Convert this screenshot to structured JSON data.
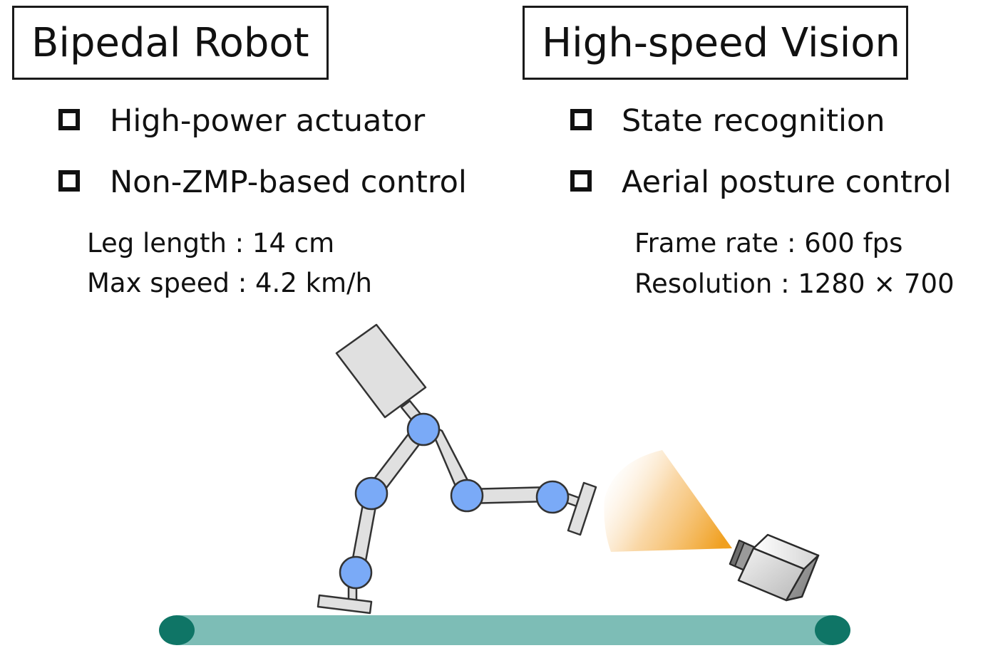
{
  "left_panel": {
    "title": "Bipedal Robot",
    "bullets": [
      "High-power actuator",
      "Non-ZMP-based control"
    ],
    "specs": [
      "Leg length : 14 cm",
      "Max speed : 4.2 km/h"
    ]
  },
  "right_panel": {
    "title": "High-speed Vision",
    "bullets": [
      "State recognition",
      "Aerial posture control"
    ],
    "specs": [
      "Frame rate : 600 fps",
      "Resolution : 1280 × 700"
    ]
  },
  "colors": {
    "joint": "#7aaaf7",
    "link": "#e0e0e0",
    "treadmill": "#7dbdb6",
    "treadmill_roller": "#0f7566",
    "vision_cone": "#f0a020",
    "camera": "#d6d6d6"
  },
  "icons": {
    "bullet": "checkbox-empty-icon",
    "camera": "camera-icon"
  }
}
